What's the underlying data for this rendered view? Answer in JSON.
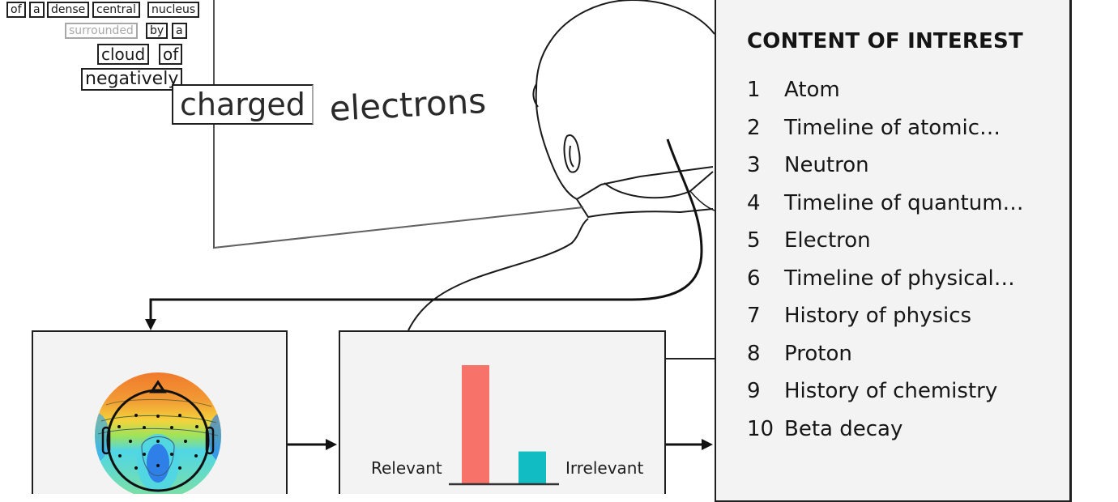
{
  "reading_stream": {
    "stacked_words": [
      "of",
      "a",
      "dense",
      "central",
      "nucleus",
      "surrounded",
      "by",
      "a",
      "cloud",
      "of",
      "negatively",
      "charged"
    ],
    "current_word": "electrons"
  },
  "content_panel": {
    "title": "CONTENT OF INTEREST",
    "items": [
      {
        "rank": "1",
        "label": "Atom"
      },
      {
        "rank": "2",
        "label": "Timeline of atomic…"
      },
      {
        "rank": "3",
        "label": "Neutron"
      },
      {
        "rank": "4",
        "label": "Timeline of quantum…"
      },
      {
        "rank": "5",
        "label": "Electron"
      },
      {
        "rank": "6",
        "label": "Timeline of physical…"
      },
      {
        "rank": "7",
        "label": "History of physics"
      },
      {
        "rank": "8",
        "label": "Proton"
      },
      {
        "rank": "9",
        "label": "History of chemistry"
      },
      {
        "rank": "10",
        "label": "Beta decay"
      }
    ]
  },
  "eeg_panel": {
    "colors": {
      "hot": "#f07a2c",
      "warm": "#f4d23c",
      "mid": "#9fe35a",
      "cool": "#4fd6e6",
      "cold": "#2f7fe8"
    }
  },
  "chart_data": {
    "type": "bar",
    "title": "",
    "xlabel": "",
    "ylabel": "",
    "categories": [
      "Relevant",
      "Irrelevant"
    ],
    "values": [
      1.0,
      0.27
    ],
    "ylim": [
      0,
      1.0
    ],
    "colors": [
      "#f7736a",
      "#12bcc3"
    ],
    "grid": false,
    "legend": "none"
  }
}
